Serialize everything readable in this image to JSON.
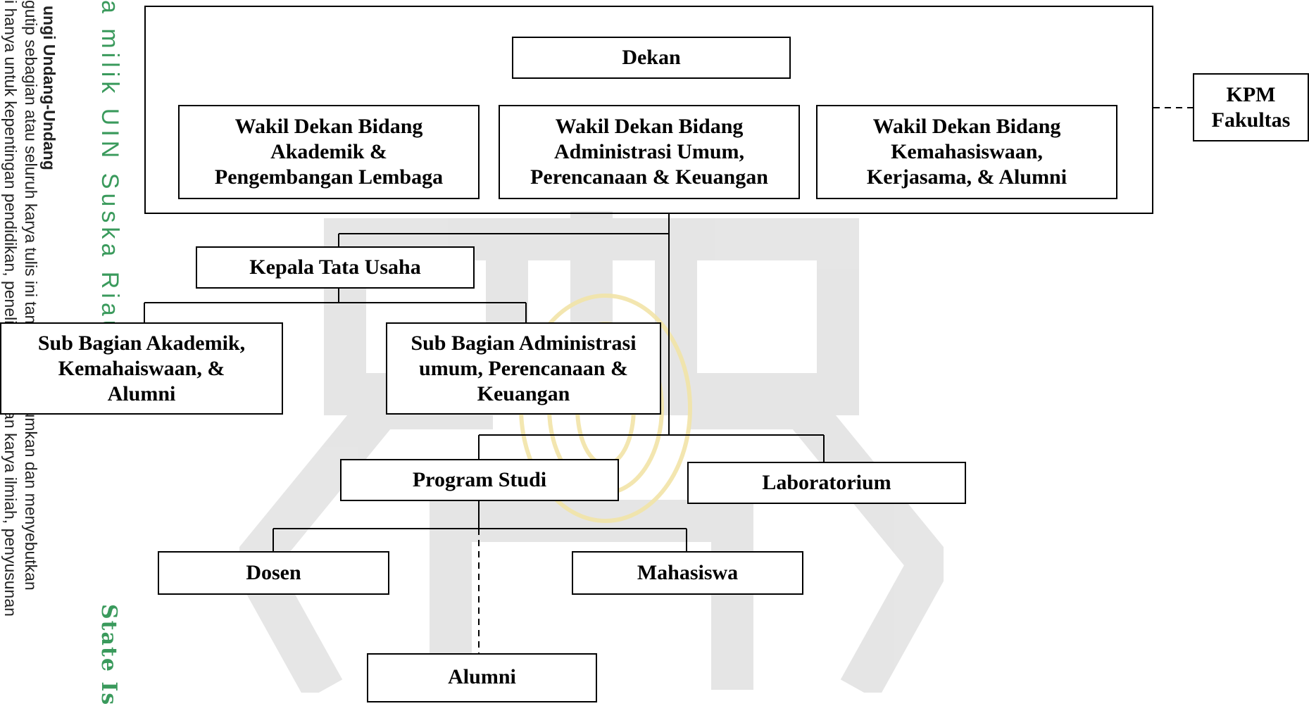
{
  "watermark": {
    "green_text": "a milik UIN Suska Riau",
    "state_text": "State Is",
    "law_heading": "ungi Undang-Undang",
    "law_line1": "gutip sebagian atau seluruh karya tulis ini tanpa mencantumkan dan menyebutkan",
    "law_line2": "i hanya untuk kepentingan pendidikan, penelitian, penulisan karya ilmiah, penyusunan"
  },
  "org": {
    "dekan": "Dekan",
    "wd1": "Wakil Dekan Bidang\nAkademik &\nPengembangan Lembaga",
    "wd2": "Wakil Dekan Bidang\nAdministrasi Umum,\nPerencanaan & Keuangan",
    "wd3": "Wakil Dekan Bidang\nKemahasiswaan,\nKerjasama, & Alumni",
    "kpm": "KPM\nFakultas",
    "ktu": "Kepala Tata Usaha",
    "sub1": "Sub Bagian Akademik,\nKemahaiswaan, &\nAlumni",
    "sub2": "Sub Bagian Administrasi\numum, Perencanaan &\nKeuangan",
    "prodi": "Program Studi",
    "lab": "Laboratorium",
    "dosen": "Dosen",
    "mhs": "Mahasiswa",
    "alumni": "Alumni"
  },
  "colors": {
    "watermark_green": "#3a9a5c",
    "watermark_yellow": "#f3e6a6",
    "watermark_gray": "#d9d9d9"
  }
}
